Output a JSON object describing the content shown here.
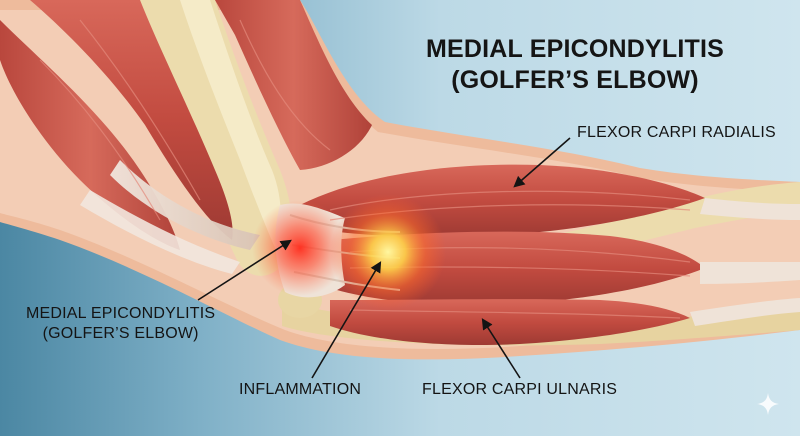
{
  "title": {
    "line1": "MEDIAL EPICONDYLITIS",
    "line2": "(GOLFER’S ELBOW)"
  },
  "labels": {
    "flexor_carpi_radialis": "FLEXOR CARPI RADIALIS",
    "medial_epicondylitis_line1": "MEDIAL EPICONDYLITIS",
    "medial_epicondylitis_line2": "(GOLFER’S ELBOW)",
    "inflammation": "INFLAMMATION",
    "flexor_carpi_ulnaris": "FLEXOR CARPI ULNARIS"
  },
  "icons": {
    "watermark": "sparkle-icon"
  },
  "colors": {
    "muscle": "#c9554a",
    "tendon": "#ead9cc",
    "bone": "#ead9a6",
    "skin": "#efb99a",
    "inflammation": "#ff3b2a",
    "background": "#bcd9e6"
  }
}
